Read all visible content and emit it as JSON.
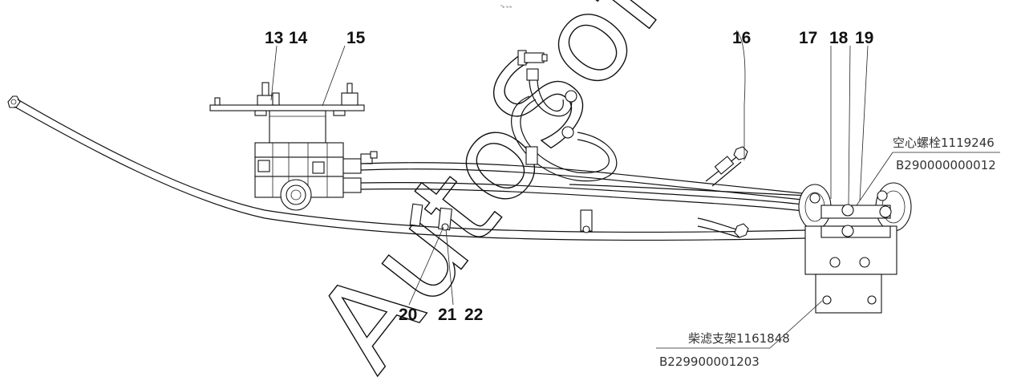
{
  "callouts": {
    "c13": "13",
    "c14": "14",
    "c15": "15",
    "c16": "16",
    "c17": "17",
    "c18": "18",
    "c19": "19",
    "c20": "20",
    "c21": "21",
    "c22": "22"
  },
  "labels": {
    "hollow_bolt_name": "空心螺栓1119246",
    "hollow_bolt_code": "B290000000012",
    "filter_bracket_name": "柴滤支架1161848",
    "filter_bracket_code": "B229900001203"
  },
  "watermark": "AutoSoft",
  "top_mark": "\"s ≈≈"
}
